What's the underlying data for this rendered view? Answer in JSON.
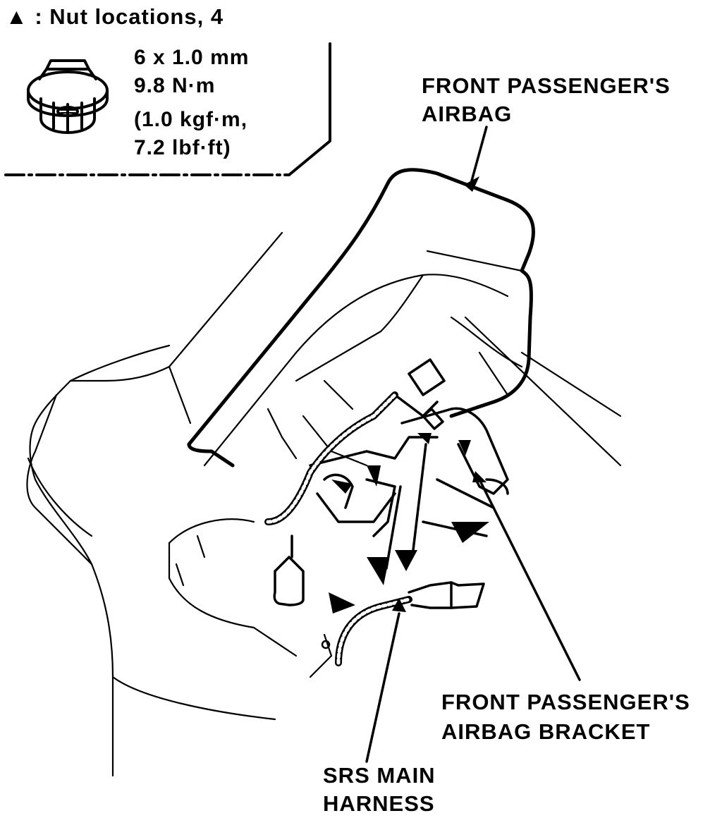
{
  "legend": {
    "marker": "▲",
    "text": ": Nut locations, 4"
  },
  "spec": {
    "size": "6 x 1.0 mm",
    "torque_nm": "9.8 N·m",
    "torque_kgf": "(1.0 kgf·m,",
    "torque_lbf": "7.2 lbf·ft)"
  },
  "labels": {
    "airbag_line1": "FRONT PASSENGER'S",
    "airbag_line2": "AIRBAG",
    "bracket_line1": "FRONT PASSENGER'S",
    "bracket_line2": "AIRBAG BRACKET",
    "harness_line1": "SRS MAIN",
    "harness_line2": "HARNESS"
  },
  "icons": {
    "nut": "flange-nut-icon",
    "marker": "triangle-marker-icon"
  },
  "colors": {
    "ink": "#000000",
    "paper": "#ffffff"
  }
}
